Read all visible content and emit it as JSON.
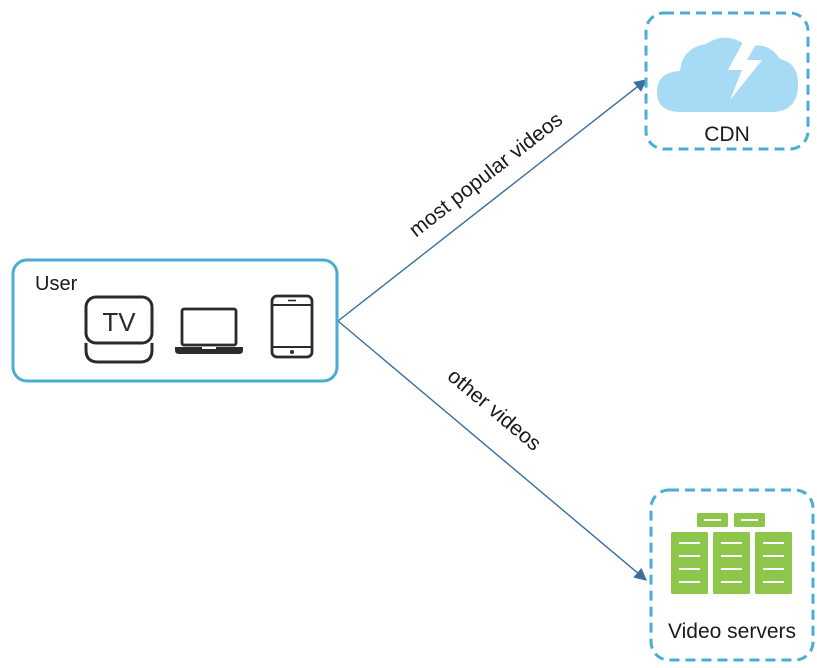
{
  "user": {
    "label": "User",
    "devices": [
      {
        "name": "tv",
        "icon": "tv-box-icon",
        "text": "TV"
      },
      {
        "name": "laptop",
        "icon": "laptop-icon"
      },
      {
        "name": "tablet",
        "icon": "tablet-icon"
      }
    ]
  },
  "cdn": {
    "label": "CDN",
    "icon": "cloud-lightning-icon"
  },
  "video_servers": {
    "label": "Video servers",
    "icon": "server-rack-icon"
  },
  "edges": {
    "to_cdn": {
      "label": "most popular videos"
    },
    "to_servers": {
      "label": "other videos"
    }
  },
  "colors": {
    "user_border": "#4aaed0",
    "dashed_border": "#4aaed0",
    "arrow": "#3a6f9e",
    "cloud": "#a7daf4",
    "server": "#8dc64b",
    "icon_dark": "#2b2b2b"
  }
}
